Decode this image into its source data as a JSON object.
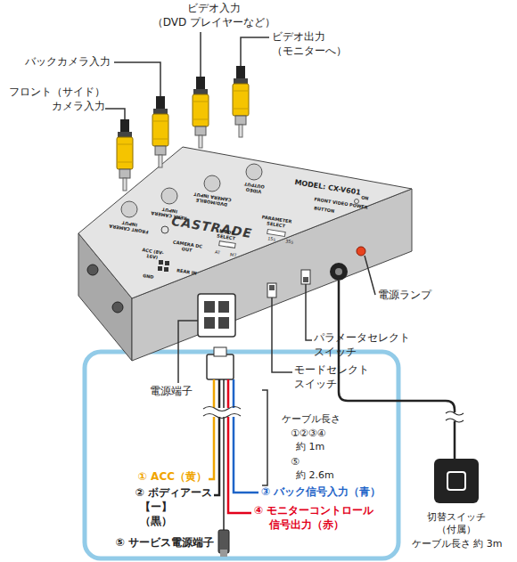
{
  "diagram": {
    "labels": [
      "ビデオ入力",
      "（DVD プレイヤーなど）",
      "バックカメラ入力",
      "フロント（サイド） カメラ入力",
      "ビデオ出力 （モニターへ）",
      "FRONT CAMERA INPUT",
      "REAR CAMERA INPUT",
      "DVD/MOBILE CAMERA INPUT",
      "VIDEO OUTPUT",
      "MODEL: CX-V601",
      "CASTRADE",
      "FRONT VIDEO POWER",
      "BUTTON",
      "ON",
      "PARAMETER SELECT",
      "15s",
      "35s",
      "MODE SELECT",
      "AT",
      "MT",
      "ACC (8V-16V)",
      "CAMERA DC OUT",
      "GND",
      "REAR IN",
      "電源ランプ",
      "パラメータセレクト スイッチ",
      "モードセレクト スイッチ",
      "電源端子",
      "ケーブル長さ",
      "①②③④",
      "約 1m",
      "⑤",
      "約 2.6m",
      "① ACC（黄）",
      "② ボディアース",
      "【ー】 （黒）",
      "③ バック信号入力（青）",
      "④ モニターコントロール 信号出力（赤）",
      "⑤ サービス電源端子",
      "切替スイッチ （付属）",
      "ケーブル長さ 約 3m"
    ]
  }
}
